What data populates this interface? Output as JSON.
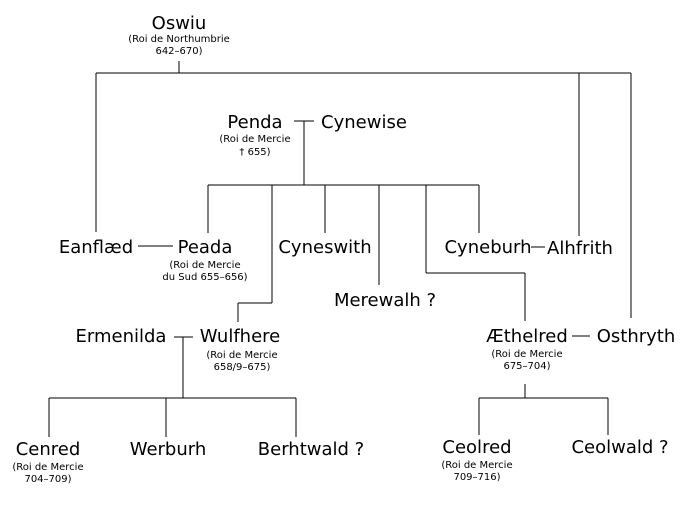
{
  "people": {
    "oswiu": {
      "name": "Oswiu",
      "title": "(Roi de Northumbrie",
      "dates": "642–670)"
    },
    "penda": {
      "name": "Penda",
      "title": "(Roi de Mercie",
      "dates": "† 655)"
    },
    "cynewise": {
      "name": "Cynewise"
    },
    "eanflaed": {
      "name": "Eanflæd"
    },
    "peada": {
      "name": "Peada",
      "title": "(Roi de Mercie",
      "dates": "du Sud 655–656)"
    },
    "cyneswith": {
      "name": "Cyneswith"
    },
    "cyneburh": {
      "name": "Cyneburh"
    },
    "alhfrith": {
      "name": "Alhfrith"
    },
    "merewalh": {
      "name": "Merewalh ?"
    },
    "ermenilda": {
      "name": "Ermenilda"
    },
    "wulfhere": {
      "name": "Wulfhere",
      "title": "(Roi de Mercie",
      "dates": "658/9–675)"
    },
    "aethelred": {
      "name": "Æthelred",
      "title": "(Roi de Mercie",
      "dates": "675–704)"
    },
    "osthryth": {
      "name": "Osthryth"
    },
    "cenred": {
      "name": "Cenred",
      "title": "(Roi de Mercie",
      "dates": "704–709)"
    },
    "werburh": {
      "name": "Werburh"
    },
    "berhtwald": {
      "name": "Berhtwald ?"
    },
    "ceolred": {
      "name": "Ceolred",
      "title": "(Roi de Mercie",
      "dates": "709–716)"
    },
    "ceolwald": {
      "name": "Ceolwald ?"
    }
  }
}
